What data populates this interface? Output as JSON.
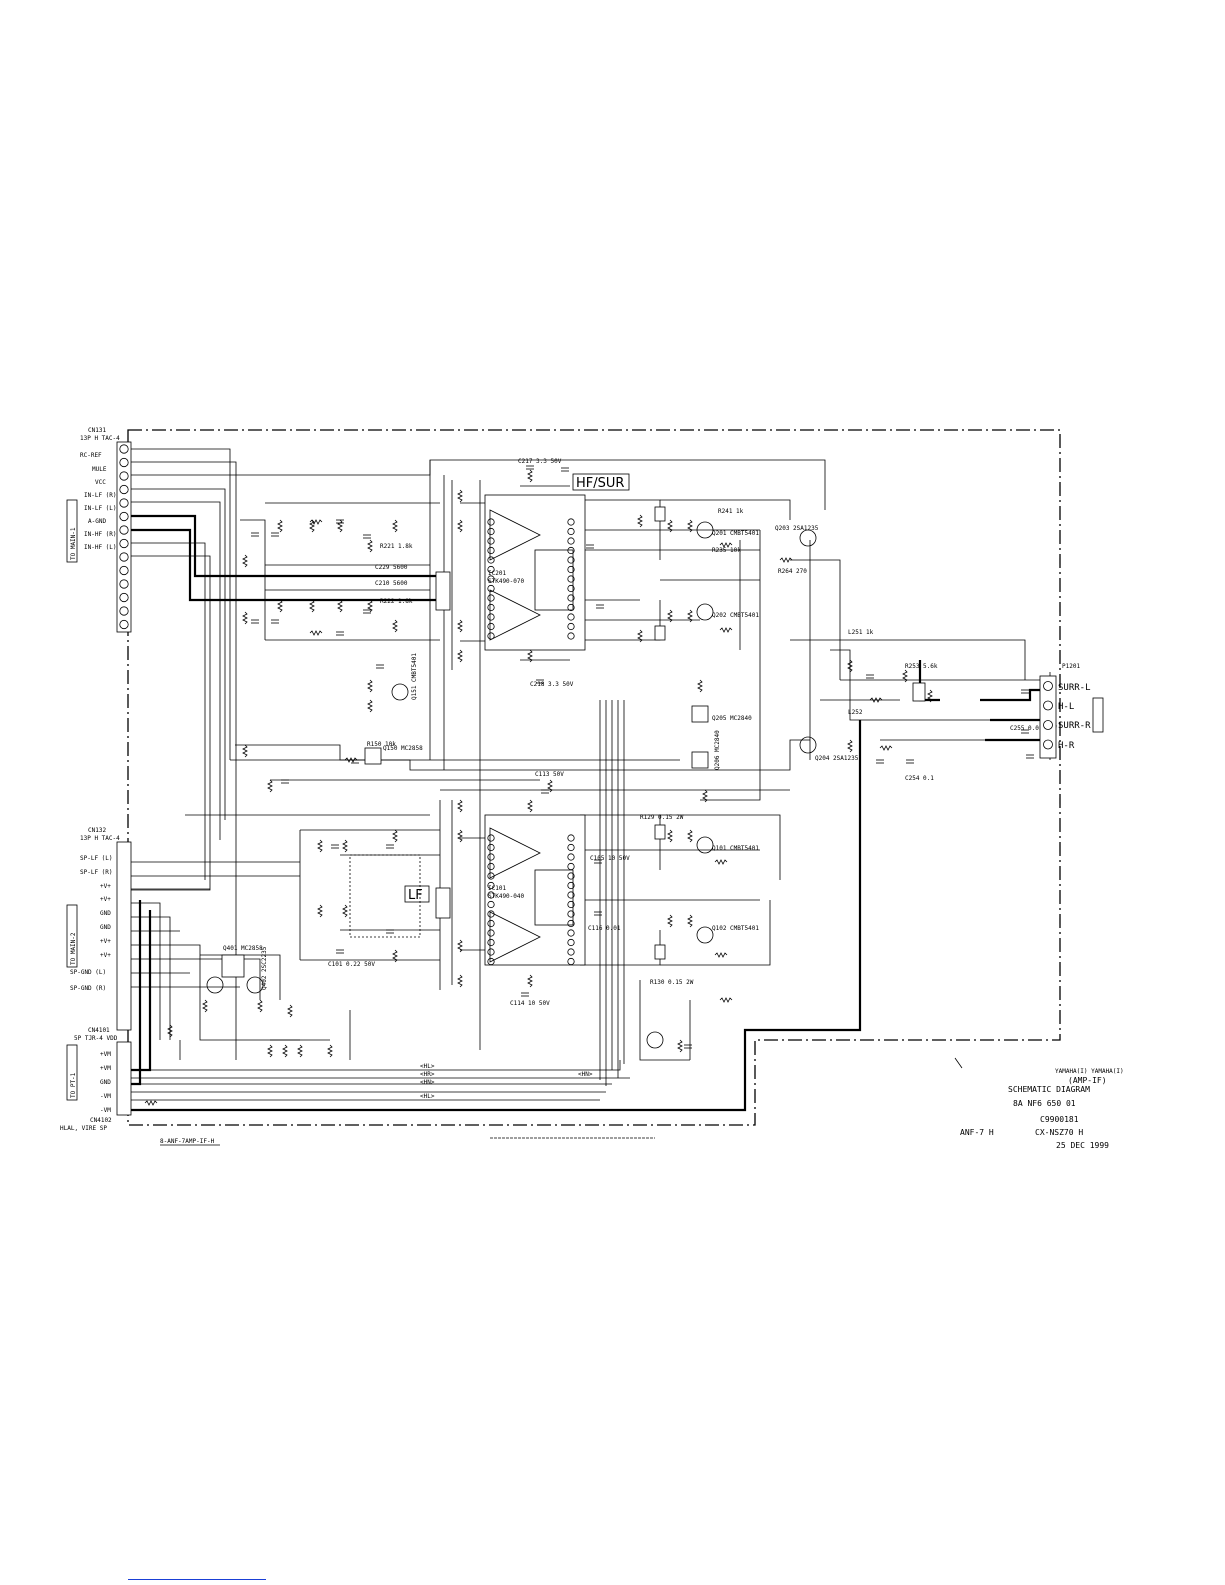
{
  "connectors": {
    "cn131": {
      "ref": "CN131",
      "type": "13P H TAC-4",
      "pins": [
        "RC-REF",
        "MULE",
        "VCC",
        "IN-LF (R)",
        "IN-LF (L)",
        "A-GND",
        "IN-HF (R)",
        "IN-HF (L)"
      ]
    },
    "cn132": {
      "ref": "CN132",
      "type": "13P H TAC-4",
      "pins": [
        "SP-LF (L)",
        "SP-LF (R)",
        "+V+",
        "+V+",
        "GND",
        "GND",
        "+V+",
        "+V+",
        "SP-GND (L)",
        "SP-GND (R)"
      ]
    },
    "cn4101": {
      "ref": "CN4101",
      "type": "5P TJR-4 VDD",
      "pins": [
        "+VM",
        "+VM",
        "GND",
        "-VM",
        "-VM"
      ]
    },
    "cn4102": {
      "ref": "CN4102",
      "type": "HLAL, VIRE SP"
    },
    "p1201": {
      "ref": "P1201",
      "pins": [
        "SURR-L",
        "H-L",
        "SURR-R",
        "H-R"
      ]
    }
  },
  "side_labels": {
    "to_main_1": "TO MAIN-1",
    "to_main_2": "TO MAIN-2",
    "to_pt": "TO PT-1"
  },
  "blocks": {
    "hf_sur": "HF/SUR",
    "lf": "LF"
  },
  "ics": [
    {
      "ref": "IC201",
      "part": "STK490-070"
    },
    {
      "ref": "IC101",
      "part": "STK490-040"
    }
  ],
  "transistors": [
    "Q201 CMBT5401",
    "Q202 CMBT5401",
    "Q203 2SA1235",
    "Q204 2SA1235",
    "Q101 CMBT5401",
    "Q102 CMBT5401",
    "Q401 MC2858",
    "Q402 2SC2235",
    "Q151 CMBT5401",
    "Q150 MC2858",
    "Q205 MC2840",
    "Q206 MC2840"
  ],
  "parts": {
    "c217": "C217 3.3 50V",
    "c218": "C218 3.3 50V",
    "r221": "R221 1.8k",
    "r222": "R222 1.8k",
    "c229": "C229 5600",
    "c210": "C210 5600",
    "r150": "R150 10k",
    "r129": "R129 0.15 2W",
    "r130": "R130 0.15 2W",
    "r241": "R241 1k",
    "r235": "R235 10k",
    "r264": "R264 270",
    "l251": "L251 1k",
    "l252": "L252",
    "r253": "R253 5.6k",
    "c255": "C255 0.01 50V",
    "c254": "C254 0.1",
    "c113": "C113 50V",
    "c101": "C101 0.22 50V",
    "c105": "C105 10 50V",
    "c114": "C114 10 50V",
    "c116": "C116 0.01"
  },
  "nets": [
    "<HL>",
    "<HR>",
    "<HN>",
    "<HL>",
    "<HN>"
  ],
  "title_block": {
    "maker": "YAMAHA(I) YAMAHA(I)",
    "board": "(AMP-IF)",
    "title": "SCHEMATIC DIAGRAM",
    "code_line": "8A  NF6  650  01",
    "doc_no": "C9900181",
    "amp": "ANF-7 H",
    "model": "CX-NSZ70 H",
    "date": "25 DEC 1999"
  },
  "footer_note": "8-ANF-7AMP-IF-H"
}
